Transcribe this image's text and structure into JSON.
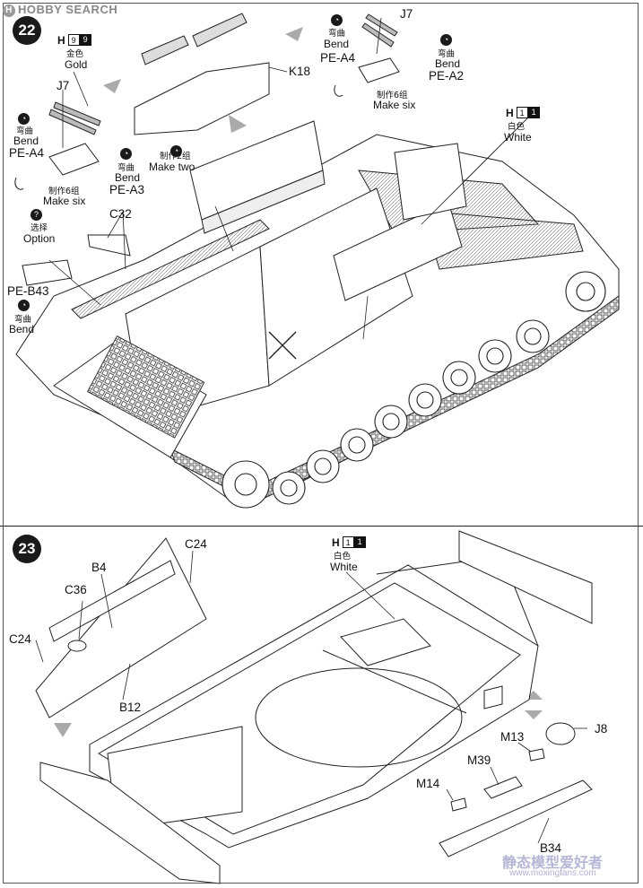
{
  "watermark": {
    "brand": "HOBBY SEARCH",
    "mark": "H",
    "bottom_cn": "静态模型爱好者",
    "bottom_url": "www.moxingfans.com"
  },
  "step22": {
    "number": "22",
    "gold": {
      "h": "H",
      "c1": "9",
      "c2": "9",
      "cn": "金色",
      "en": "Gold"
    },
    "white": {
      "h": "H",
      "c1": "1",
      "c2": "1",
      "cn": "白色",
      "en": "White"
    },
    "bend_left": {
      "cn": "弯曲",
      "en": "Bend",
      "part": "PE-A4"
    },
    "make_six_left": {
      "cn": "制作6组",
      "en": "Make six"
    },
    "pe_a3": {
      "cn": "弯曲",
      "en": "Bend",
      "part": "PE-A3"
    },
    "make_two": {
      "cn": "制作2组",
      "en": "Make two"
    },
    "option": {
      "cn": "选择",
      "en": "Option"
    },
    "pe_b43": {
      "part": "PE-B43",
      "cn": "弯曲",
      "en": "Bend"
    },
    "j7_left": "J7",
    "j7_right": "J7",
    "c32": "C32",
    "k18": "K18",
    "bend_right": {
      "cn": "弯曲",
      "en": "Bend",
      "part": "PE-A4"
    },
    "make_six_right": {
      "cn": "制作6组",
      "en": "Make six"
    },
    "pe_a2": {
      "cn": "弯曲",
      "en": "Bend",
      "part": "PE-A2"
    }
  },
  "step23": {
    "number": "23",
    "white": {
      "h": "H",
      "c1": "1",
      "c2": "1",
      "cn": "白色",
      "en": "White"
    },
    "c24_top": "C24",
    "b4": "B4",
    "c36": "C36",
    "c24_left": "C24",
    "b12": "B12",
    "j8": "J8",
    "m13": "M13",
    "m39": "M39",
    "m14": "M14",
    "b34": "B34"
  },
  "icons": [
    "bend-icon",
    "option-icon",
    "arrow-icon"
  ]
}
